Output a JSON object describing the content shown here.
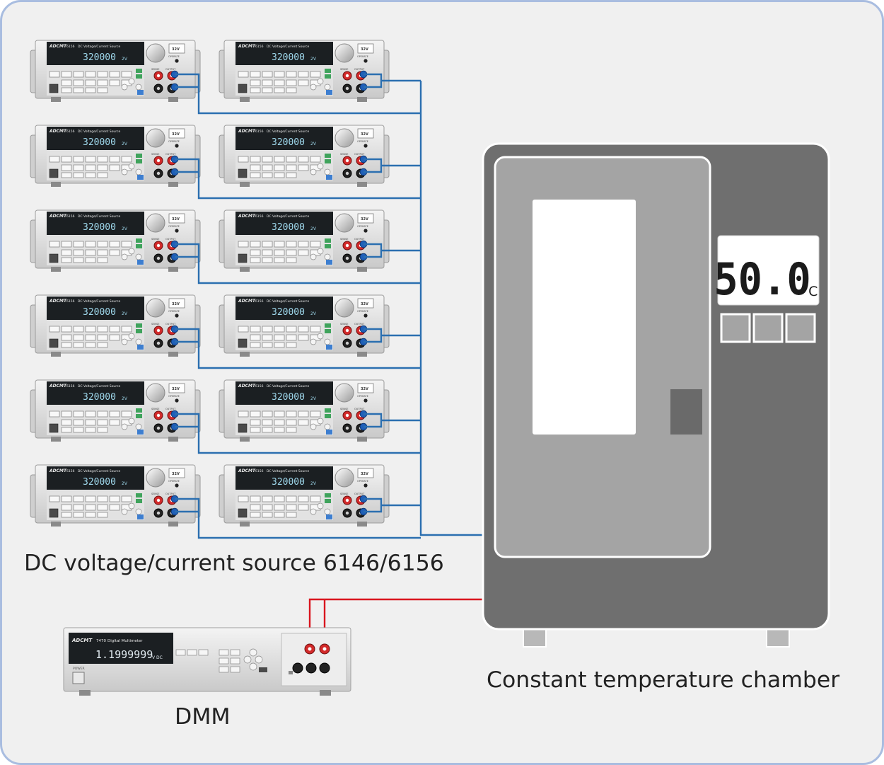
{
  "labels": {
    "sources_caption": "DC voltage/current source 6146/6156",
    "chamber_caption": "Constant temperature chamber",
    "dmm_caption": "DMM"
  },
  "source_unit": {
    "brand": "ADCMT",
    "model": "6156",
    "title": "DC Voltage/Current Source",
    "reading": "320000",
    "unit_suffix": "2V",
    "range_badge": "32V",
    "operate_label": "OPERATE",
    "sense_label": "SENSE",
    "output_label": "OUTPUT"
  },
  "chamber": {
    "temperature": "50.0",
    "unit": "°C"
  },
  "dmm": {
    "brand": "ADCMT",
    "model": "7470",
    "title": "Digital Multimeter",
    "reading": "1.1999999",
    "unit": "V DC",
    "power_label": "POWER"
  },
  "colors": {
    "background": "#f0f0f0",
    "frame": "#a9bde0",
    "bus_line": "#2b6fb0",
    "dmm_line": "#d9161f",
    "chamber_body": "#6f6f6f",
    "chamber_door": "#a4a4a4",
    "vfd_text": "#9fd8ec"
  }
}
